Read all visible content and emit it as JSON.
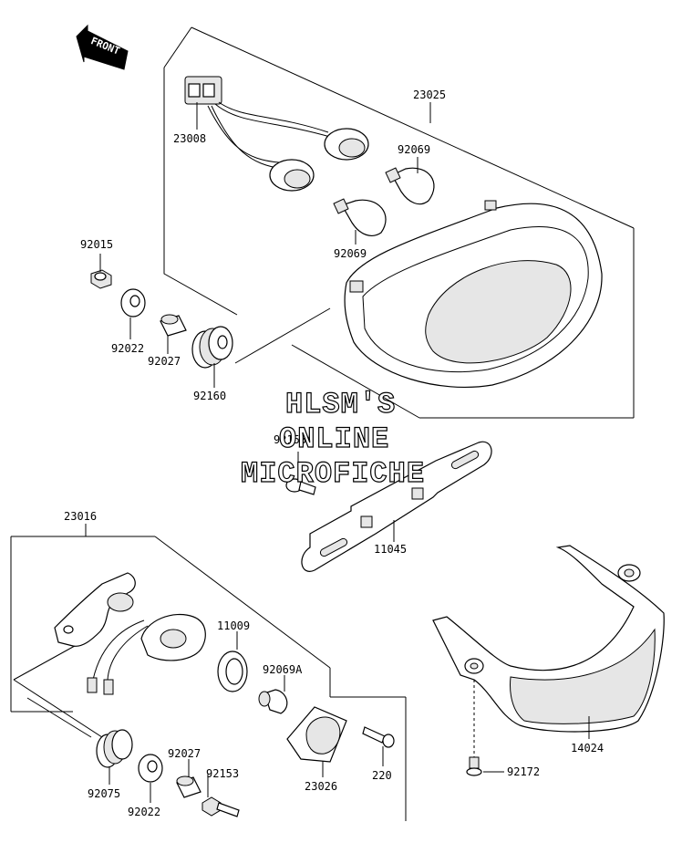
{
  "front_arrow": {
    "label": "FRONT"
  },
  "watermark": {
    "line1": "HLSM'S",
    "line2": "ONLINE",
    "line3": "MICROFICHE"
  },
  "parts": {
    "tail_light_assy": "23025",
    "socket_harness": "23008",
    "bulb_upper": "92069",
    "bulb_lower": "92069",
    "nut": "92015",
    "washer_upper": "92022",
    "collar_upper": "92027",
    "grommet_upper": "92160",
    "screw_upper": "92153A",
    "bracket": "11045",
    "license_light_assy": "23016",
    "gasket": "11009",
    "bulb_license": "92069A",
    "lens": "23026",
    "screw_lens": "220",
    "grommet_lower": "92075",
    "collar_lower": "92027",
    "washer_lower": "92022",
    "bolt_lower": "92153",
    "cover": "14024",
    "screw_cover": "92172"
  },
  "icons": [
    "front-arrow-icon"
  ]
}
